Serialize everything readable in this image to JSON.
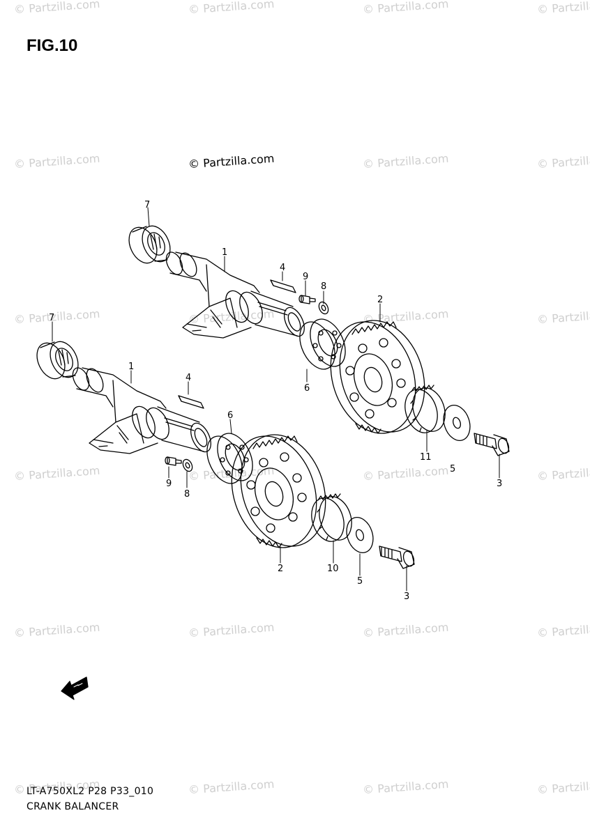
{
  "figure": {
    "title": "FIG.10"
  },
  "watermark": {
    "text": "© Partzilla.com",
    "main_text": "© Partzilla.com"
  },
  "callouts": [
    "1",
    "1",
    "2",
    "2",
    "3",
    "3",
    "4",
    "4",
    "5",
    "5",
    "6",
    "6",
    "7",
    "7",
    "8",
    "8",
    "9",
    "9",
    "10",
    "11"
  ],
  "footer": {
    "code": "LT-A750XL2 P28 P33_010",
    "name": "CRANK BALANCER"
  },
  "fwd_icon": "fwd-arrow-icon"
}
